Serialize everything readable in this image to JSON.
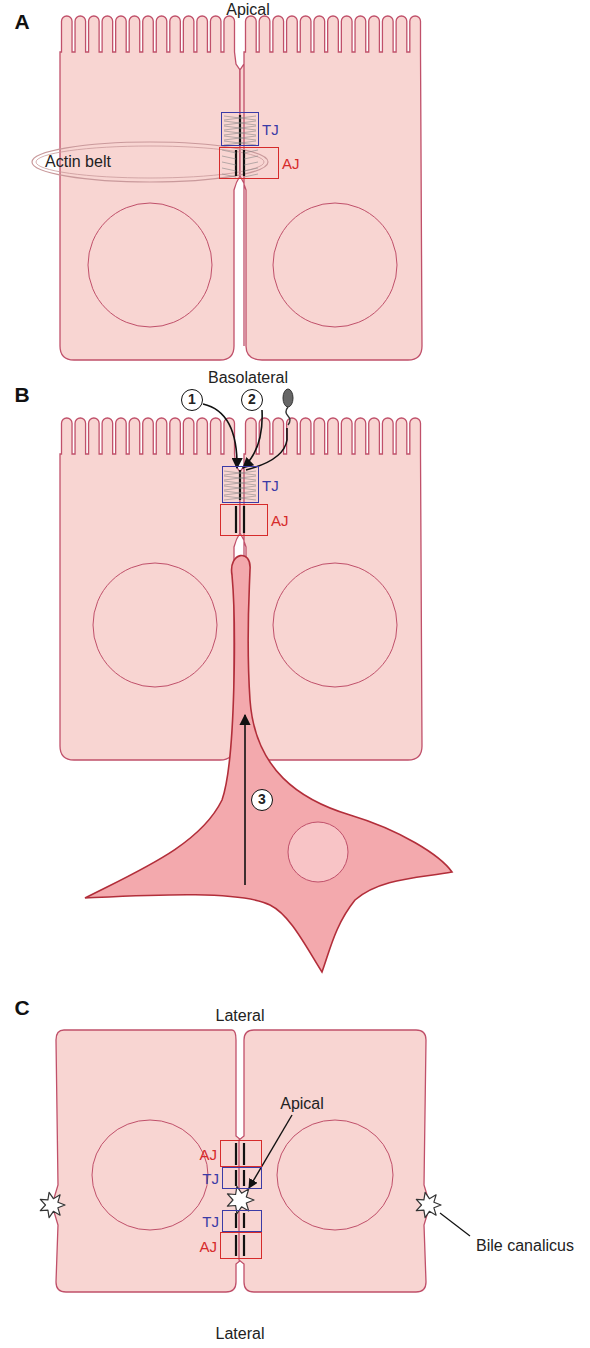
{
  "diagram": {
    "nodes": [
      {
        "text": [
          "TJ"
        ]
      },
      {
        "text": [
          "AJ"
        ]
      },
      {
        "text": [
          "TJ"
        ]
      },
      {
        "text": [
          "AJ"
        ]
      },
      {
        "text": [
          "AJ"
        ]
      },
      {
        "text": [
          "TJ"
        ]
      },
      {
        "text": [
          "TJ"
        ]
      },
      {
        "text": [
          "AJ"
        ]
      }
    ],
    "labels": [
      "A",
      "Apical",
      "Actin belt",
      "Basolateral",
      "B",
      "1",
      "2",
      "3",
      "C",
      "Lateral",
      "Apical",
      "Bile canalicus",
      "Lateral"
    ]
  }
}
